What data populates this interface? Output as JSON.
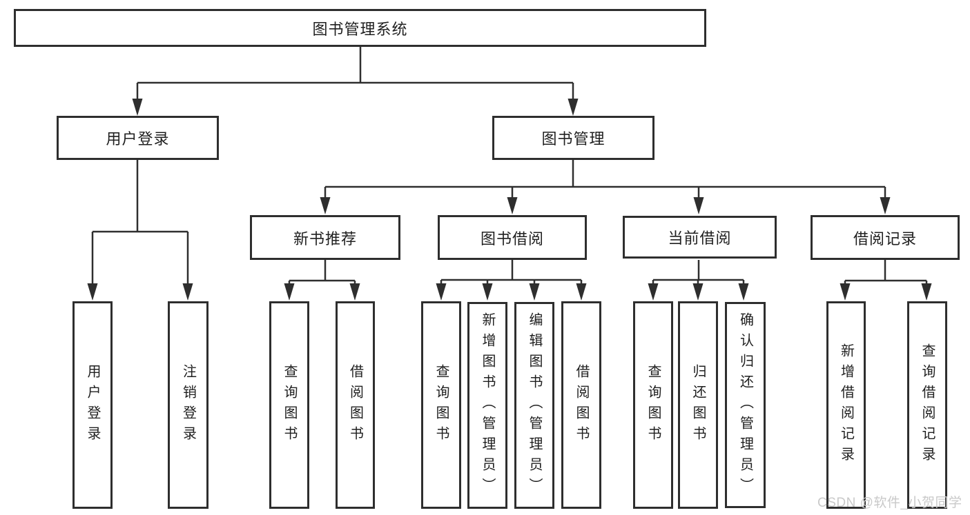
{
  "diagram_title": "图书管理系统",
  "tree": {
    "root": {
      "label": "图书管理系统",
      "children": [
        {
          "label": "用户登录",
          "children": [
            {
              "label": "用户登录"
            },
            {
              "label": "注销登录"
            }
          ]
        },
        {
          "label": "图书管理",
          "children": [
            {
              "label": "新书推荐",
              "children": [
                {
                  "label": "查询图书"
                },
                {
                  "label": "借阅图书"
                }
              ]
            },
            {
              "label": "图书借阅",
              "children": [
                {
                  "label": "查询图书"
                },
                {
                  "label": "新增图书（管理员）"
                },
                {
                  "label": "编辑图书（管理员）"
                },
                {
                  "label": "借阅图书"
                }
              ]
            },
            {
              "label": "当前借阅",
              "children": [
                {
                  "label": "查询图书"
                },
                {
                  "label": "归还图书"
                },
                {
                  "label": "确认归还（管理员）"
                }
              ]
            },
            {
              "label": "借阅记录",
              "children": [
                {
                  "label": "新增借阅记录"
                },
                {
                  "label": "查询借阅记录"
                }
              ]
            }
          ]
        }
      ]
    }
  },
  "watermark": {
    "text": "CSDN @软件_小贺同学"
  },
  "colors": {
    "line": "#2e2e2e",
    "box_border": "#2e2e2e",
    "box_background": "#ffffff",
    "text": "#1f1f1f",
    "watermark": "#c9c9c9",
    "page_background": "#ffffff"
  }
}
